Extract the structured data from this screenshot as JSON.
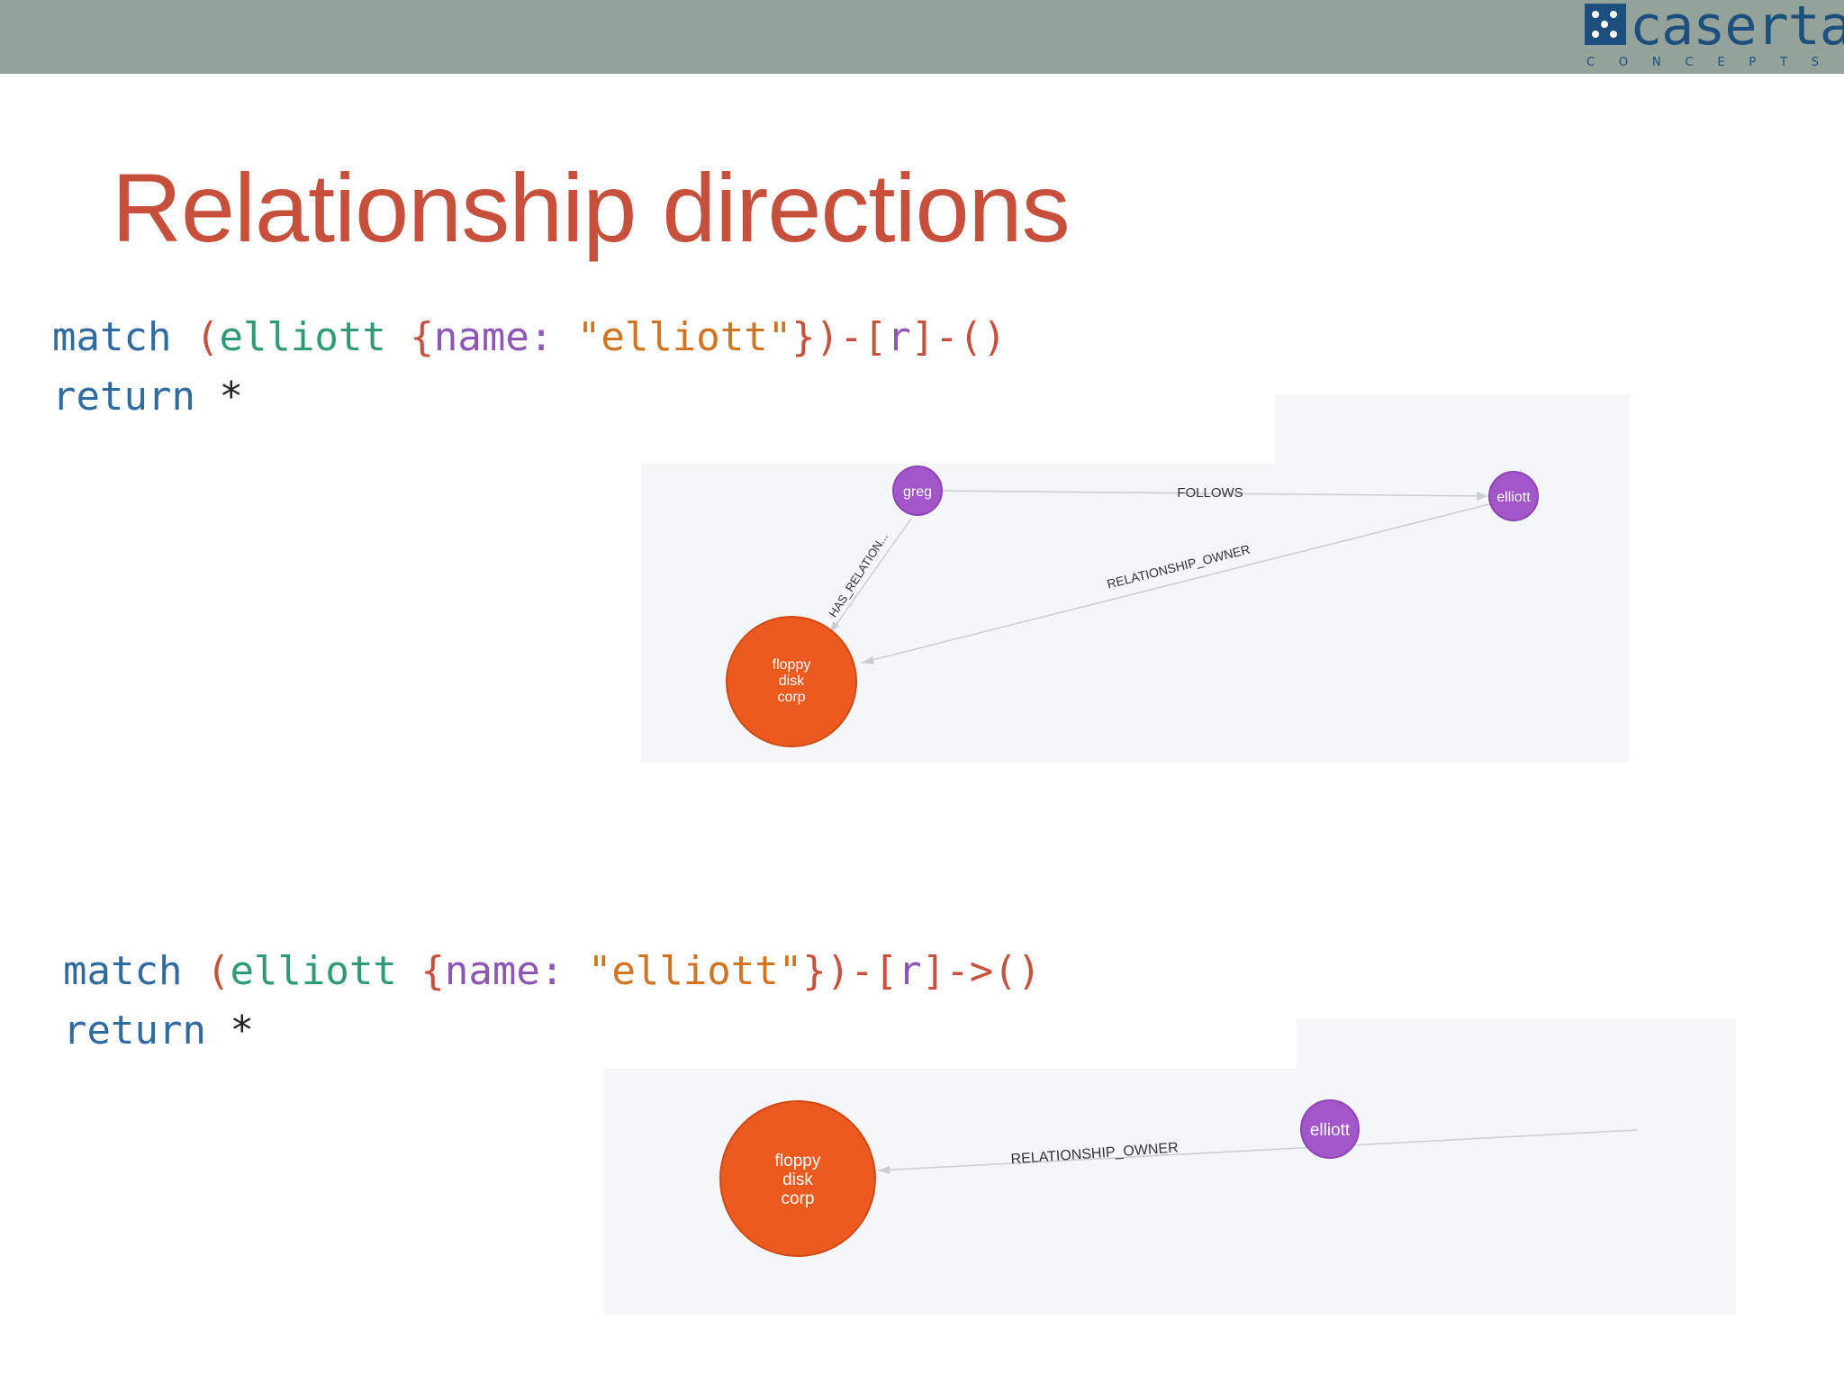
{
  "header": {
    "logo_text": "caserta",
    "logo_subtext": [
      "C",
      "O",
      "N",
      "C",
      "E",
      "P",
      "T",
      "S"
    ]
  },
  "title": "Relationship directions",
  "query1": {
    "line1": {
      "kw": "match",
      "paren_open": "(",
      "var": "elliott",
      "brace_open": "{",
      "key": "name:",
      "str": "\"elliott\"",
      "close": "})-[",
      "rel": "r",
      "tail": "]-()"
    },
    "line2": {
      "kw": "return",
      "star": "*"
    }
  },
  "query2": {
    "line1": {
      "kw": "match",
      "paren_open": "(",
      "var": "elliott",
      "brace_open": "{",
      "key": "name:",
      "str": "\"elliott\"",
      "close": "})-[",
      "rel": "r",
      "tail": "]->()"
    },
    "line2": {
      "kw": "return",
      "star": "*"
    }
  },
  "graph1": {
    "nodes": {
      "greg": "greg",
      "elliott": "elliott",
      "floppy": [
        "floppy",
        "disk",
        "corp"
      ]
    },
    "edges": {
      "follows": "FOLLOWS",
      "has_relation": "HAS_RELATION...",
      "owner": "RELATIONSHIP_OWNER"
    }
  },
  "graph2": {
    "nodes": {
      "elliott": "elliott",
      "floppy": [
        "floppy",
        "disk",
        "corp"
      ]
    },
    "edges": {
      "owner": "RELATIONSHIP_OWNER"
    }
  },
  "colors": {
    "accent_title": "#c7503d",
    "header_bar": "#93a39a",
    "node_person": "#a256c9",
    "node_company": "#ec5a1f",
    "graph_bg": "#f4f6f8"
  }
}
